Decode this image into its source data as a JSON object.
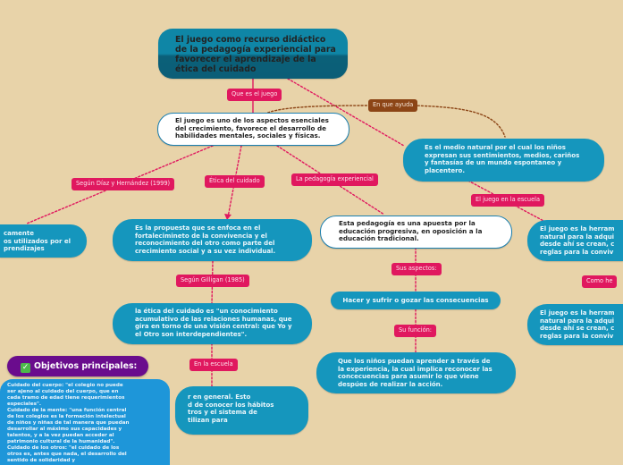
{
  "colors": {
    "background": "#e8d3a9",
    "node_blue": "#1596bd",
    "label_pink": "#e0185f",
    "label_brown": "#8c4516",
    "root_teal": "#0f86a6",
    "objectives_purple": "#6a0c8d",
    "objectives_box": "#1e96d9"
  },
  "root": {
    "text": "El juego como recurso  didáctico\nde la pedagogía experiencial para\nfavorecer el aprendizaje de la\nética del cuidado"
  },
  "labels": {
    "que_es_el_juego": "Que es el juego",
    "en_que_ayuda": "En que ayuda",
    "segun_diaz": "Según Díaz y Hernández (1999)",
    "etica_del_cuidado": "Ética del cuidado",
    "la_pedagogia_experiencial": "La pedagogía experiencial",
    "el_juego_en_la_escuela": "El juego en la escuela",
    "segun_gilligan": "Según Gilligan (1985)",
    "sus_aspectos": "Sus aspectos:",
    "su_funcion": "Su función:",
    "en_la_escuela": "En la escuela",
    "como_he": "Como he"
  },
  "nodes": {
    "definicion_juego": "El juego es uno de los aspectos esenciales\ndel crecimiento, favorece el desarrollo de\nhabilidades mentales, sociales y físicas.",
    "medio_natural": "Es el medio natural por el cual los niños\nexpresan sus sentimientos, medios, cariños\ny fantasías de un mundo espontaneo y\nplacentero.",
    "diaz_hernandez": "camente\nos utilizados por el\nprendizajes",
    "propuesta_etica": "Es la propuesta que se enfoca en el\nfortalecimineto de la convivencia y el\nreconocimiento del otro como parte del\ncrecimiento social y a su vez individual.",
    "pedagogia_progresiva": "Esta pedagogía es una apuesta por la\neducación progresiva, en oposición a la\neducación tradicional.",
    "herramienta_1": "El juego es la herram\nnatural para la adqui\ndesde ahí se crean, c\nreglas para la conviv",
    "hacer_sufrir": "Hacer y sufrir o gozar las consecuencias",
    "gilligan_cita": "la ética del cuidado es \"un conocimiento\nacumulativo de las relaciones humanas, que\ngira en torno de una visión central: que Yo y\nel Otro son interdependientes\".",
    "herramienta_2": "El juego es la herram\nnatural para la adqui\ndesde ahí se crean, c\nreglas para la conviv",
    "funcion_aprender": "Que los niños puedan aprender a través de\nla experiencia, la cual implica reconocer las\nconcecuencias para asumir lo que viene\ndespúes de realizar la acción.",
    "en_la_escuela_texto": "r en general. Esto\nd de conocer los hábitos\ntros y el sistema de\ntilizan para"
  },
  "objectives": {
    "title": "Objetivos principales:",
    "icon": "check-mark-icon",
    "body": "Cuidado del cuerpo:  \"el colegio no puede\nser ajeno al cuidado del cuerpo, que en\ncada tramo de edad tiene requerimientos\nespeciales\".\nCuidado de la mente: \"una función central\nde los colegios es la formación intelectual\nde niños y niñas de tal manera que puedan\ndesarrollar al máximo sus capacidades y\ntalentos, y a la vez puedan acceder al\npatrimonio cultural de la humanidad\".\nCuidado de los otros: \"el cuidado de los\notros es, antes que nada, el desarrollo del\nsentido de solidaridad y"
  }
}
